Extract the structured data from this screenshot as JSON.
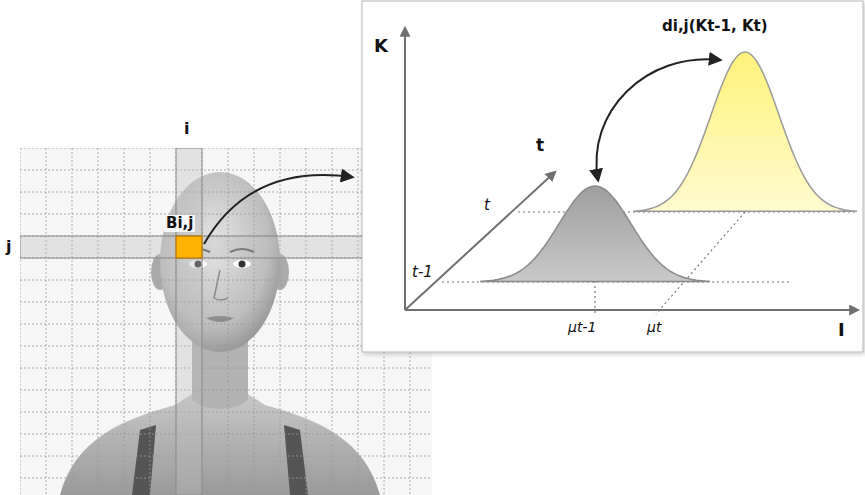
{
  "diagram": {
    "labels": [
      "di,j(Kt-1, Kt)",
      "K",
      "i",
      "t",
      "Bi,j",
      "t",
      "j",
      "t-1",
      "μt-1",
      "μt",
      "I"
    ]
  }
}
